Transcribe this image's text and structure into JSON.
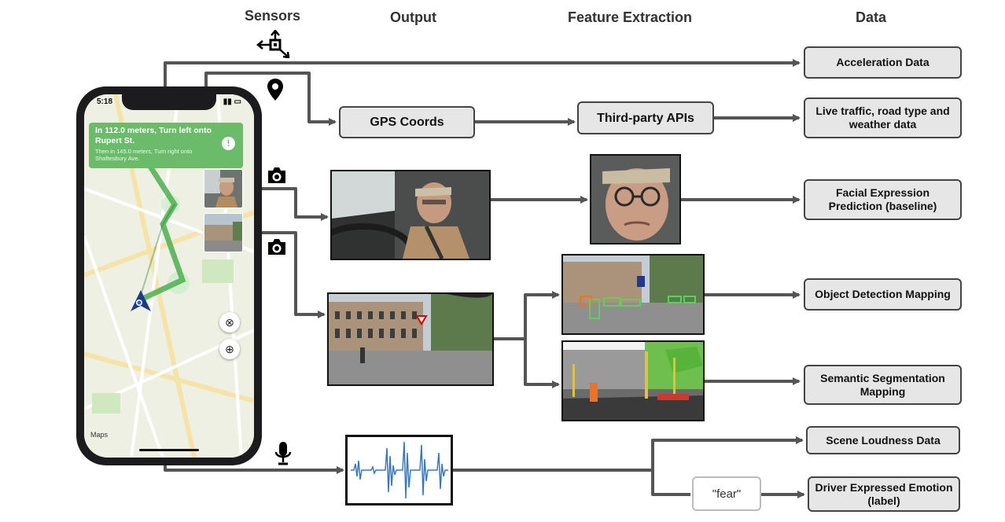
{
  "headers": {
    "sensors": "Sensors",
    "output": "Output",
    "feature_extraction": "Feature Extraction",
    "data": "Data"
  },
  "phone": {
    "time": "5:18",
    "nav_main": "In 112.0 meters, Turn left onto Rupert St.",
    "nav_sub": "Then in 145.0 meters, Turn right onto Shaftesbury Ave.",
    "maps_label": "Maps"
  },
  "middle": {
    "gps_coords": "GPS Coords",
    "third_party_apis": "Third-party APIs",
    "fear_label": "\"fear\""
  },
  "data_boxes": {
    "acceleration": "Acceleration Data",
    "live_traffic": "Live traffic, road type and weather data",
    "facial_expression": "Facial Expression Prediction (baseline)",
    "object_detection": "Object Detection Mapping",
    "semantic_segmentation": "Semantic Segmentation Mapping",
    "scene_loudness": "Scene Loudness Data",
    "driver_emotion": "Driver Expressed Emotion (label)"
  },
  "icons": {
    "accelerometer": "accelerometer-icon",
    "gps": "map-pin-icon",
    "camera_front": "camera-icon",
    "camera_road": "camera-icon",
    "microphone": "microphone-icon"
  },
  "colors": {
    "arrow": "#555555",
    "box_fill": "#e6e6e6",
    "route": "#4caf50",
    "banner": "#6abb6a"
  }
}
